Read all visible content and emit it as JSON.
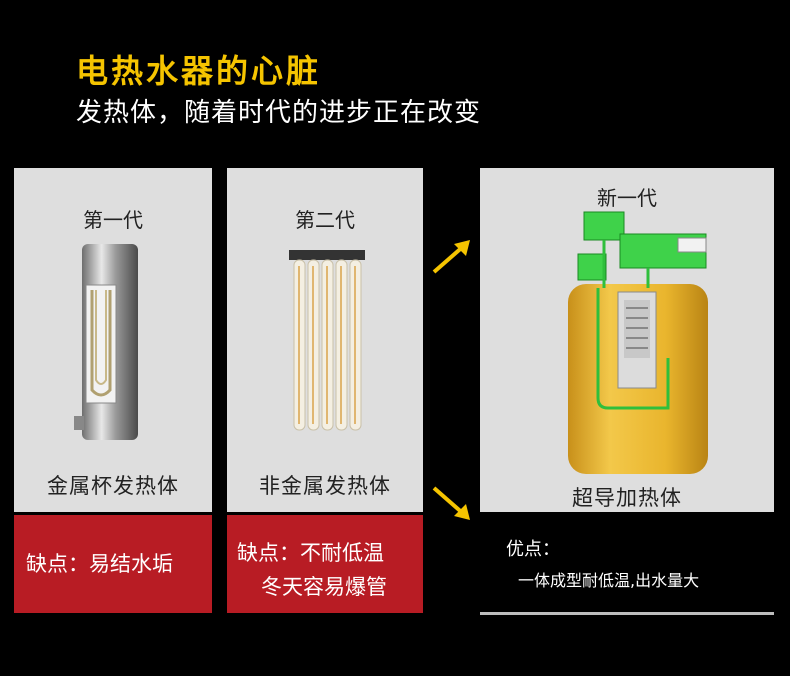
{
  "header": {
    "title": "电热水器的心脏",
    "subtitle": "发热体，随着时代的进步正在改变"
  },
  "gen1": {
    "label": "第一代",
    "caption": "金属杯发热体",
    "drawback": "缺点：易结水垢"
  },
  "gen2": {
    "label": "第二代",
    "caption": "非金属发热体",
    "drawback_line1": "缺点：不耐低温",
    "drawback_line2": "冬天容易爆管"
  },
  "gen3": {
    "label": "新一代",
    "caption": "超导加热体",
    "advantage_title": "优点：",
    "advantage_text": "一体成型耐低温,出水量大"
  },
  "colors": {
    "accent_yellow": "#f5c400",
    "red": "#b81c24",
    "card_gray": "#dedede",
    "tank_gold": "#e9b52d",
    "pcb_green": "#3fd24a"
  }
}
